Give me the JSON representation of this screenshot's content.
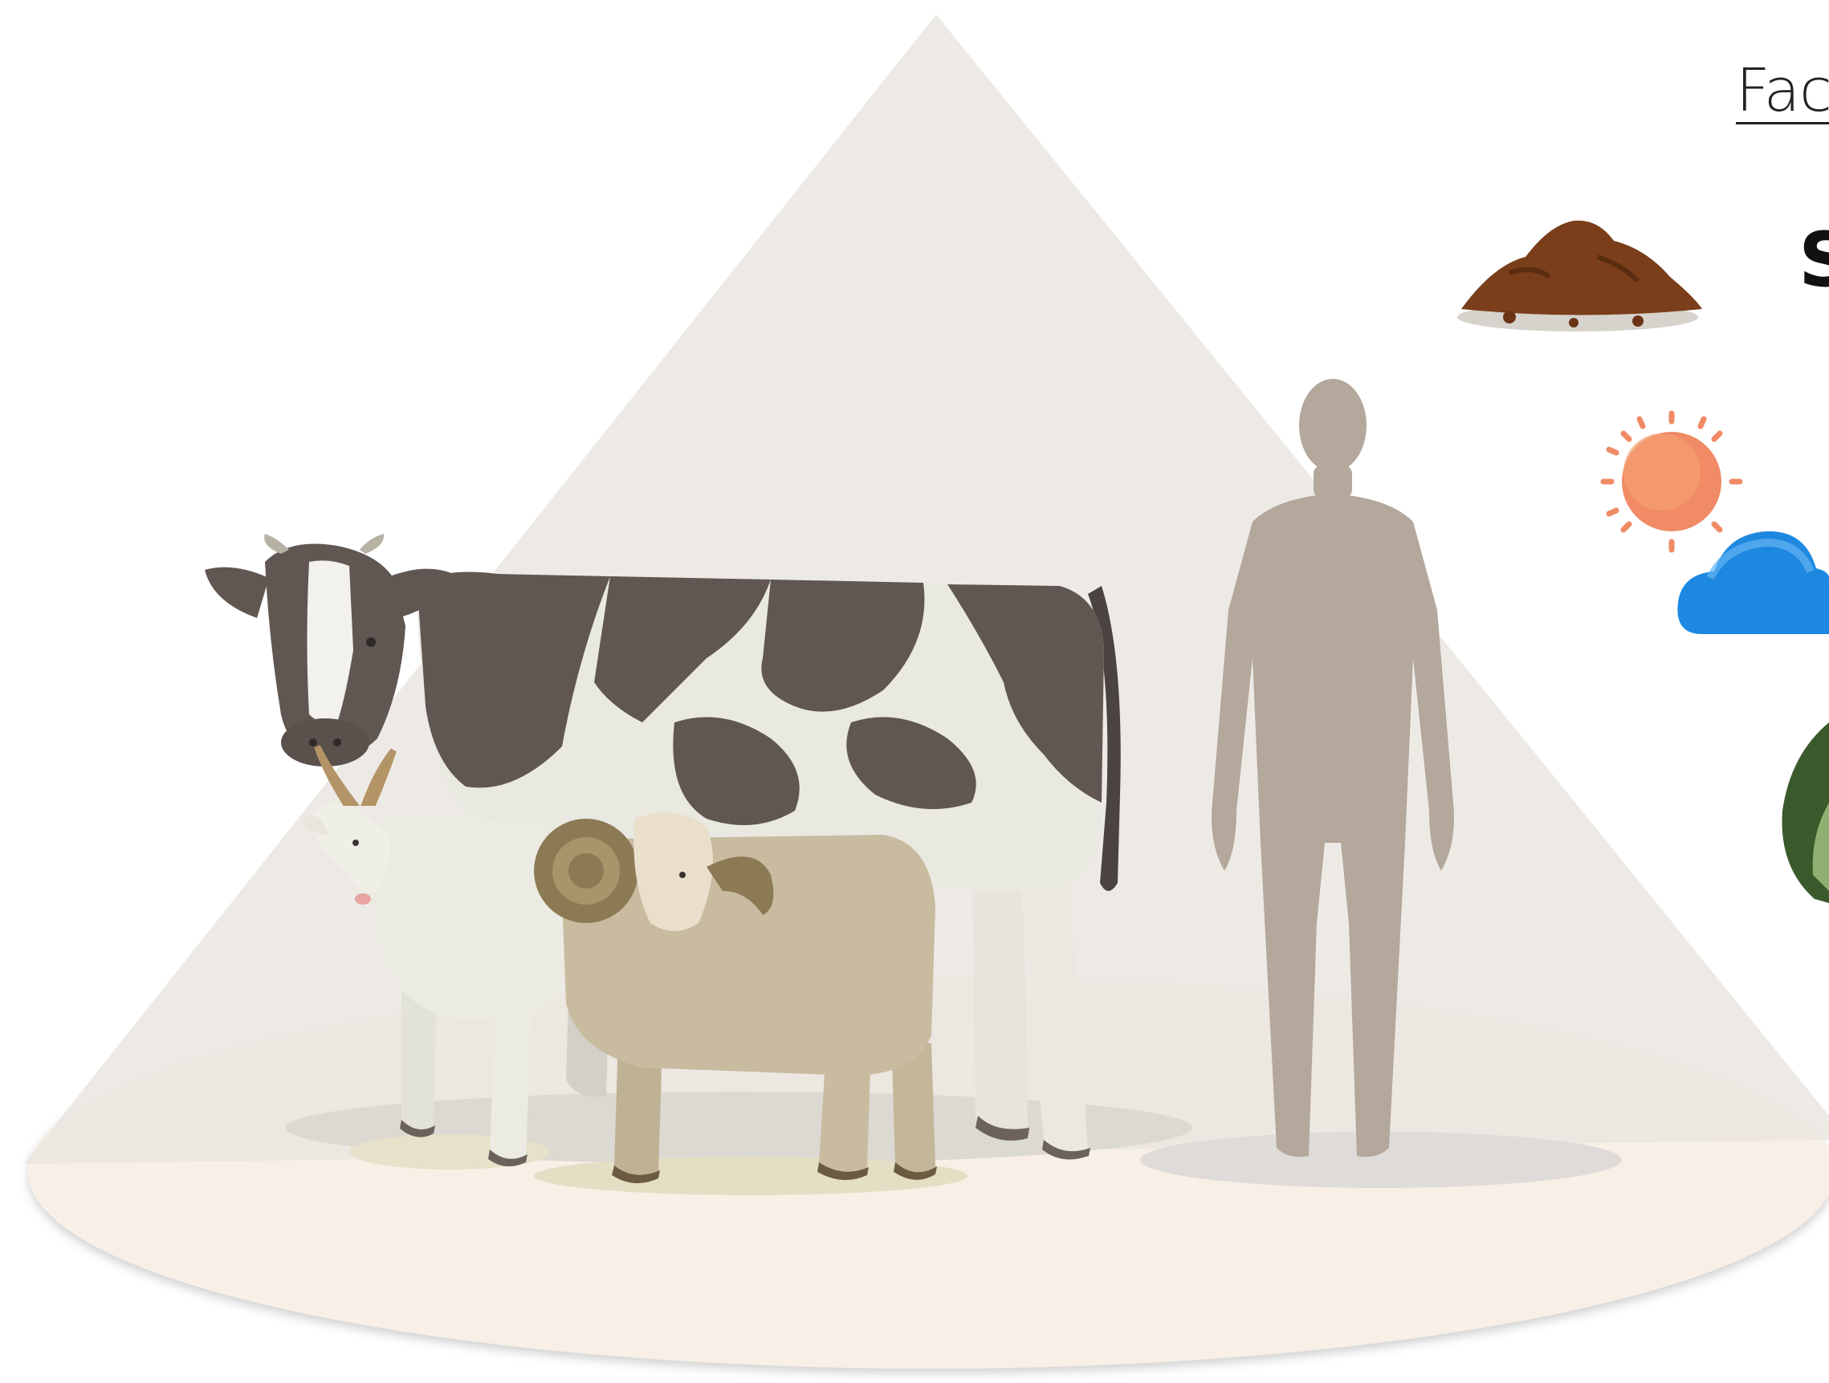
{
  "heading": "Fac",
  "section_letter": "S",
  "icons": {
    "soil": "soil-pile-icon",
    "sun": "sun-icon",
    "cloud": "cloud-icon",
    "plant": "plant-leaf-icon"
  },
  "figures": [
    "cow",
    "goat",
    "ram",
    "human-silhouette"
  ],
  "colors": {
    "pyramid": "#eeebe7",
    "ground": "#f8efe6",
    "cow_dark": "#615752",
    "cow_light": "#e9e9e2",
    "goat": "#ecebe3",
    "sheep": "#c8bba0",
    "human": "#b4a79b",
    "sun": "#f08b66",
    "cloud": "#1e88e0",
    "soil": "#7a3e1a",
    "plant": "#3a5a2b"
  }
}
